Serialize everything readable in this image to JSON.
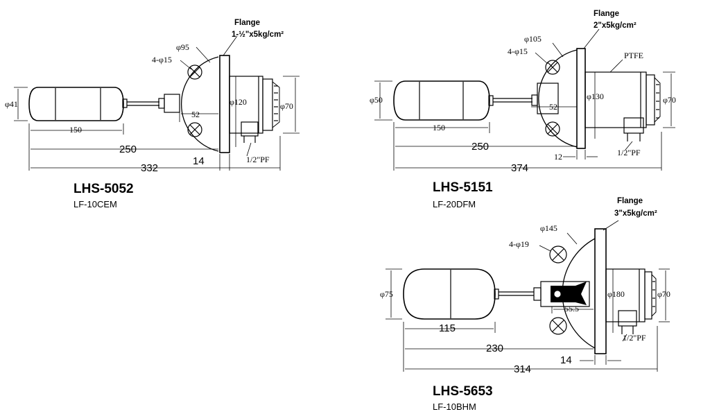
{
  "drawings": [
    {
      "model": "LHS-5052",
      "code": "LF-10CEM",
      "flange_title": "Flange",
      "flange_spec": "1-½\"x5kg/cm²",
      "bolt_circle": "φ95",
      "bolt_holes": "4-φ15",
      "float_dia": "φ41",
      "float_len": "150",
      "stem_len": "52",
      "flange_dia": "φ120",
      "head_dia": "φ70",
      "len_a": "250",
      "thickness": "14",
      "overall": "332",
      "port": "1/2\"PF"
    },
    {
      "model": "LHS-5151",
      "code": "LF-20DFM",
      "flange_title": "Flange",
      "flange_spec": "2\"x5kg/cm²",
      "bolt_circle": "φ105",
      "bolt_holes": "4-φ15",
      "material": "PTFE",
      "float_dia": "φ50",
      "float_len": "150",
      "stem_len": "52",
      "flange_dia": "φ130",
      "head_dia": "φ70",
      "len_a": "250",
      "thickness": "12",
      "overall": "374",
      "port": "1/2\"PF"
    },
    {
      "model": "LHS-5653",
      "code": "LF-10BHM",
      "flange_title": "Flange",
      "flange_spec": "3\"x5kg/cm²",
      "bolt_circle": "φ145",
      "bolt_holes": "4-φ19",
      "float_dia": "φ75",
      "float_len": "115",
      "stem_len": "55.5",
      "flange_dia": "φ180",
      "head_dia": "φ70",
      "len_a": "230",
      "thickness": "14",
      "overall": "314",
      "port": "1/2\"PF"
    }
  ]
}
